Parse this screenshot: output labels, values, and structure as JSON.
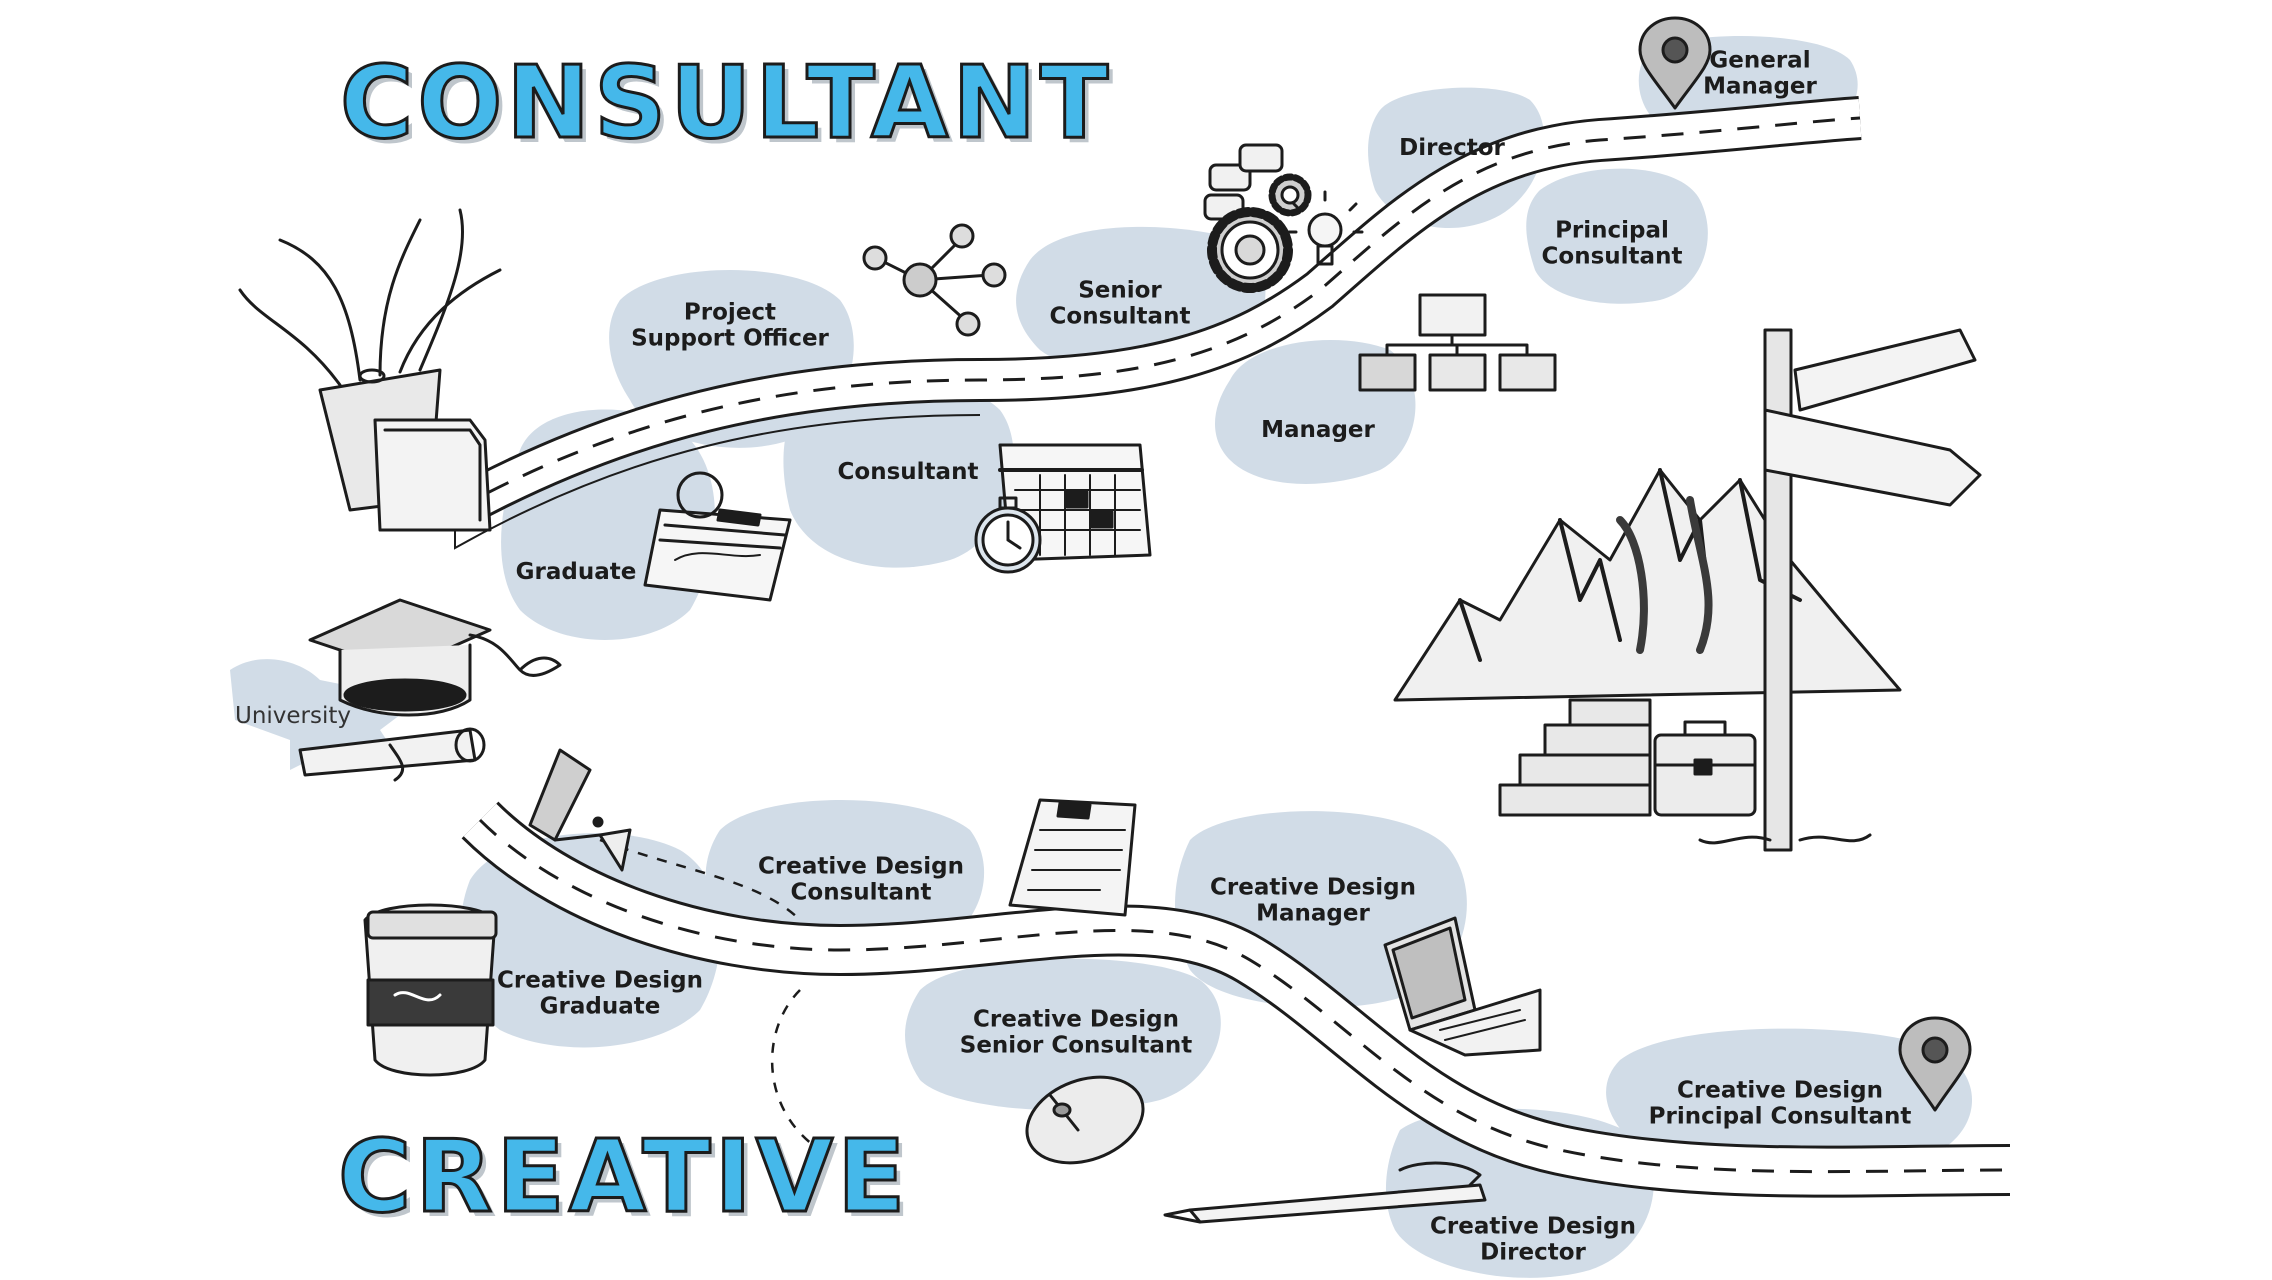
{
  "titles": {
    "top": "CONSULTANT",
    "bottom": "CREATIVE"
  },
  "colors": {
    "accent": "#45b8ea",
    "blob": "#d1dce7",
    "ink": "#1c1c1c"
  },
  "start": {
    "label": "University"
  },
  "consultant_path": [
    {
      "line1": "Graduate",
      "line2": ""
    },
    {
      "line1": "Project",
      "line2": "Support Officer"
    },
    {
      "line1": "Consultant",
      "line2": ""
    },
    {
      "line1": "Senior",
      "line2": "Consultant"
    },
    {
      "line1": "Manager",
      "line2": ""
    },
    {
      "line1": "Director",
      "line2": ""
    },
    {
      "line1": "Principal",
      "line2": "Consultant"
    },
    {
      "line1": "General",
      "line2": "Manager"
    }
  ],
  "creative_path": [
    {
      "line1": "Creative Design",
      "line2": "Graduate"
    },
    {
      "line1": "Creative Design",
      "line2": "Consultant"
    },
    {
      "line1": "Creative Design",
      "line2": "Senior Consultant"
    },
    {
      "line1": "Creative Design",
      "line2": "Manager"
    },
    {
      "line1": "Creative Design",
      "line2": "Director"
    },
    {
      "line1": "Creative Design",
      "line2": "Principal Consultant"
    }
  ],
  "icons": [
    "plant-pot-icon",
    "folder-icon",
    "calendar-welcome-icon",
    "graduation-cap-icon",
    "diploma-scroll-icon",
    "molecule-icon",
    "calendar-icon",
    "stopwatch-icon",
    "gears-icon",
    "speech-bubbles-icon",
    "lightbulb-icon",
    "org-chart-icon",
    "location-pin-icon",
    "mountain-icon",
    "signpost-icon",
    "stairs-icon",
    "briefcase-icon",
    "fountain-pen-icon",
    "coffee-cup-icon",
    "notepad-icon",
    "laptop-icon",
    "computer-mouse-icon",
    "pen-icon"
  ]
}
